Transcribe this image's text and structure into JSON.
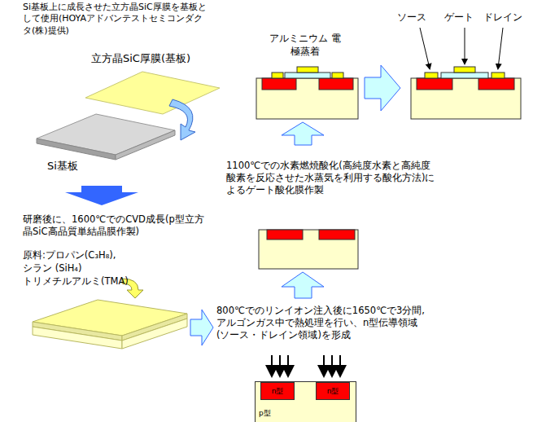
{
  "diagram": {
    "nodes": [
      {
        "text": [
          "p型"
        ]
      },
      {
        "text": [
          "n型"
        ],
        "in": 0
      },
      {
        "text": [
          "n型"
        ],
        "in": 0
      }
    ],
    "labels": [
      "Si基板上に成長させた立方晶SiC厚膜を基板として使用(HOYAアドバンテストセミコンダクタ(株)提供)",
      "立方晶SiC厚膜(基板)",
      "Si基板",
      "研磨後に、1600℃でのCVD成長(p型立方晶SiC高品質単結晶膜作製)",
      "原料:プロパン(C₃H₈),",
      "シラン (SiH₄)",
      "トリメチルアルミ(TMA)",
      "アルミニウム 電極蒸着",
      "ソース",
      "ゲート",
      "ドレイン",
      "1100℃での水素燃焼酸化(高純度水素と高純度酸素を反応させた水蒸気を利用する酸化方法)によるゲート酸化膜作製",
      "800℃でのリンイオン注入後に1650℃で3分間, アルゴンガス中で熱処理を行い、n型伝導領域(ソース・ドレイン領域)を形成"
    ]
  }
}
